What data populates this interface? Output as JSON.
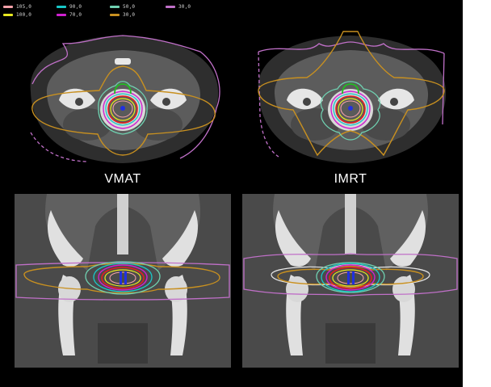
{
  "legend": [
    {
      "label": "105,0",
      "color": "#f2a0a8"
    },
    {
      "label": "90,0",
      "color": "#18c8c8"
    },
    {
      "label": "50,0",
      "color": "#6fd0b0"
    },
    {
      "label": "30,0",
      "color": "#c070c8"
    },
    {
      "label": "100,0",
      "color": "#e8e820"
    },
    {
      "label": "70,0",
      "color": "#d020d0"
    },
    {
      "label": "30,0",
      "color": "#c89020"
    }
  ],
  "plans": {
    "left": "VMAT",
    "right": "IMRT"
  },
  "colors": {
    "background": "#000000",
    "tissue": "#6a6a6a",
    "fat": "#3a3a3a",
    "bone": "#e8e8e8",
    "isodose_105": "#f2a0a8",
    "isodose_100": "#e8e820",
    "isodose_90": "#18c8c8",
    "isodose_70": "#d020d0",
    "isodose_50": "#6fd0b0",
    "isodose_30": "#c89020",
    "isodose_outer": "#c070c8",
    "ptv": "#2030e0",
    "organ": "#20c020",
    "high_dose": "#e02020"
  }
}
